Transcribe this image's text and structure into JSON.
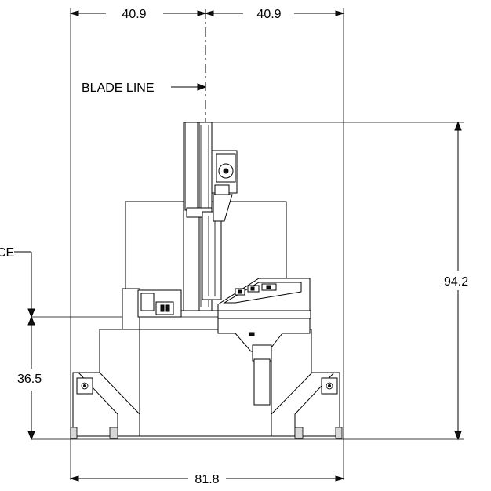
{
  "dimensions": {
    "top_left": "40.9",
    "top_right": "40.9",
    "overall_height": "94.2",
    "work_height": "36.5",
    "overall_width": "81.8"
  },
  "labels": {
    "blade_line": "BLADE LINE",
    "left_reference": "CE"
  }
}
